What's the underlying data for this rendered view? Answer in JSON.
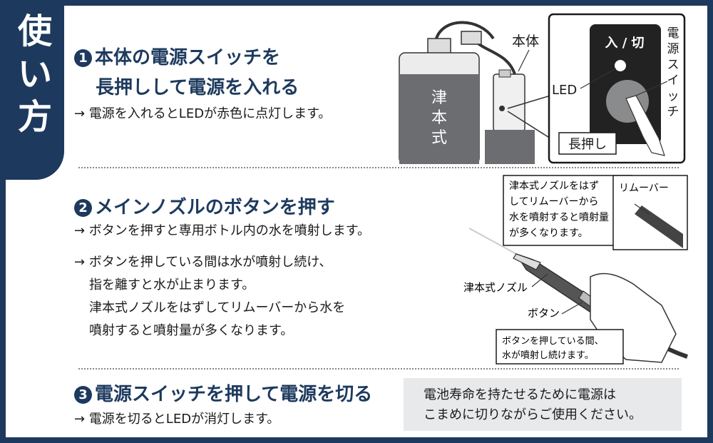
{
  "side_tab": {
    "chars": [
      "使",
      "い",
      "方"
    ]
  },
  "step1": {
    "number": "1",
    "title_line1": "本体の電源スイッチを",
    "title_line2": "長押しして電源を入れる",
    "desc": "→ 電源を入れるとLEDが赤色に点灯します。"
  },
  "step2": {
    "number": "2",
    "title": "メインノズルのボタンを押す",
    "desc1": "→ ボタンを押すと専用ボトル内の水を噴射します。",
    "desc2_line1": "→ ボタンを押している間は水が噴射し続け、",
    "desc2_line2": "指を離すと水が止まります。",
    "desc2_line3": "津本式ノズルをはずしてリムーバーから水を",
    "desc2_line4": "噴射すると噴射量が多くなります。"
  },
  "step3": {
    "number": "3",
    "title": "電源スイッチを押して電源を切る",
    "desc": "→ 電源を切るとLEDが消灯します。"
  },
  "note": {
    "line1": "電池寿命を持たせるために電源は",
    "line2": "こまめに切りながらご使用ください。"
  },
  "illustration1": {
    "body_label": "本体",
    "bottle_text": [
      "津",
      "本",
      "式"
    ],
    "switch_label": "入 / 切",
    "led_label": "LED",
    "power_switch_label": [
      "電",
      "源",
      "ス",
      "イ",
      "ッ",
      "チ"
    ],
    "long_press_label": "長押し"
  },
  "illustration2": {
    "callout_remover_line1": "津本式ノズルをはず",
    "callout_remover_line2": "してリムーバーから",
    "callout_remover_line3": "水を噴射すると噴射量",
    "callout_remover_line4": "が多くなります。",
    "remover_label": "リムーバー",
    "nozzle_label": "津本式ノズル",
    "button_label": "ボタン",
    "callout_button_line1": "ボタンを押している間、",
    "callout_button_line2": "水が噴射し続けます。"
  }
}
